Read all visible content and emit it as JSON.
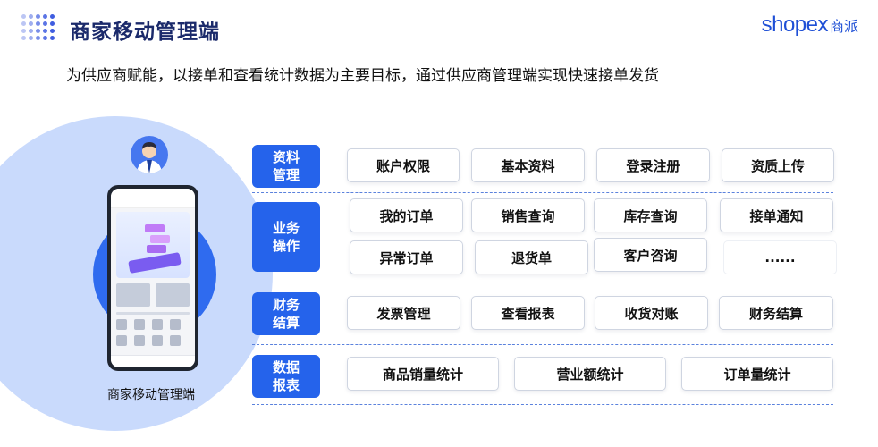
{
  "header": {
    "title": "商家移动管理端",
    "logo_word": "shopex",
    "logo_cn": "商派",
    "subtitle": "为供应商赋能，以接单和查看统计数据为主要目标，通过供应商管理端实现快速接单发货"
  },
  "phone_label": "商家移动管理端",
  "colors": {
    "primary": "#2563eb",
    "title": "#1b2a6b",
    "circle_light": "#c9dafc",
    "circle_dark": "#2f6bef",
    "dashed": "#5b82dd"
  },
  "rows": [
    {
      "category": "资料\n管理",
      "items": [
        "账户权限",
        "基本资料",
        "登录注册",
        "资质上传"
      ]
    },
    {
      "category": "业务\n操作",
      "items": [
        "我的订单",
        "销售查询",
        "库存查询",
        "接单通知",
        "异常订单",
        "退货单",
        "客户咨询",
        "......"
      ]
    },
    {
      "category": "财务\n结算",
      "items": [
        "发票管理",
        "查看报表",
        "收货对账",
        "财务结算"
      ]
    },
    {
      "category": "数据\n报表",
      "items": [
        "商品销量统计",
        "营业额统计",
        "订单量统计"
      ]
    }
  ]
}
